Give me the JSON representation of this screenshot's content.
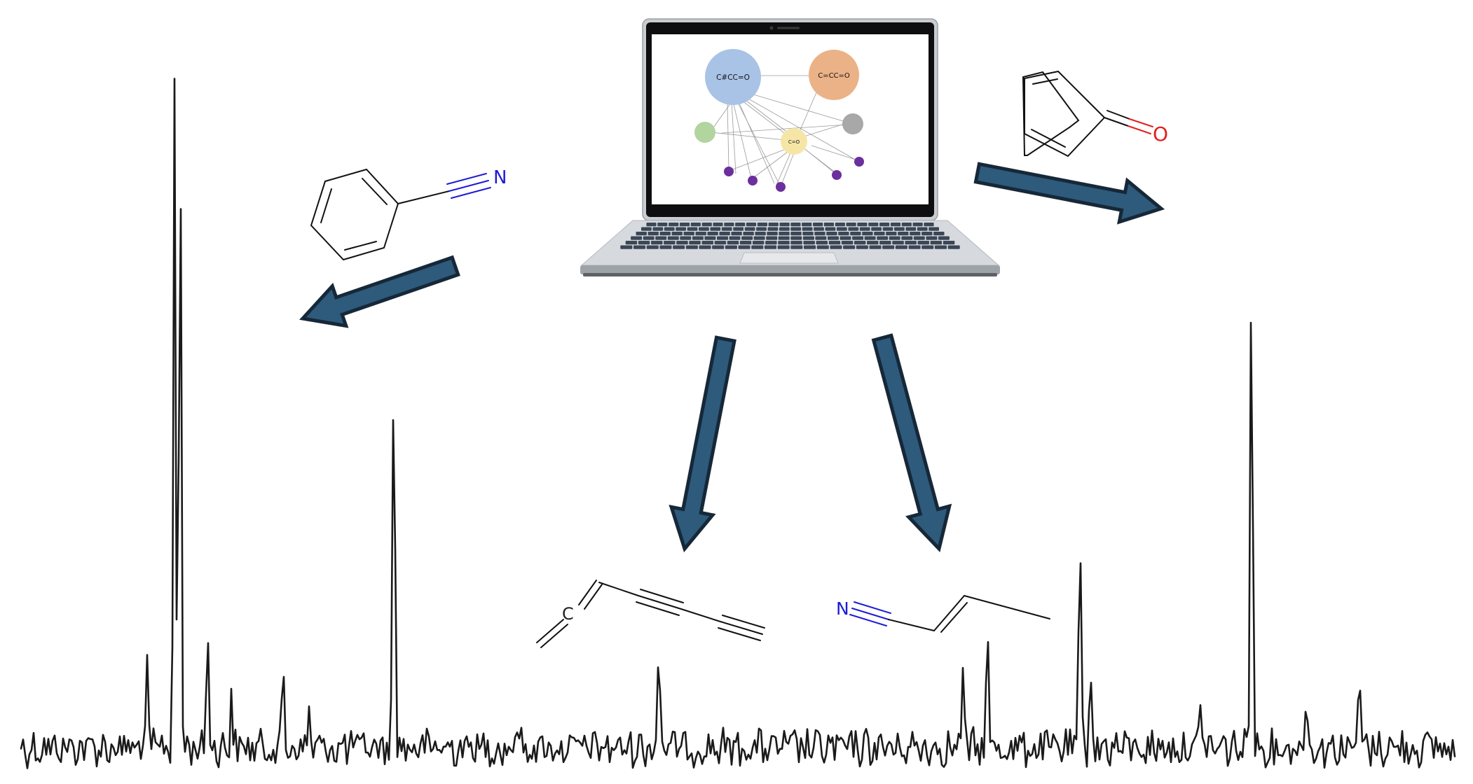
{
  "laptop_screen": {
    "graph_nodes": [
      {
        "id": "n1",
        "label": "C#CC=O",
        "color": "#a9c3e6"
      },
      {
        "id": "n2",
        "label": "C=CC=O",
        "color": "#ebb287"
      },
      {
        "id": "n3",
        "label": "C=O",
        "color": "#f6e6a6"
      },
      {
        "id": "n4",
        "label": "",
        "color": "#b2d49e"
      },
      {
        "id": "n5",
        "label": "",
        "color": "#a8a8a8"
      }
    ],
    "leaf_node_color": "#6c2f9e"
  },
  "molecules": {
    "benzonitrile": {
      "atom_label": "N",
      "atom_color": "#1c1cd6"
    },
    "cyclopentadienone": {
      "atom_label": "O",
      "atom_color": "#e2201e"
    },
    "allenyl_diyne": {
      "atom_label": "C",
      "atom_color": "#222222"
    },
    "crotononitrile": {
      "atom_label": "N",
      "atom_color": "#1c1cd6"
    }
  },
  "arrow_color": "#2e5a7c",
  "arrow_outline_color": "#162838",
  "spectrum": {
    "line_color": "#1a1a1a"
  }
}
